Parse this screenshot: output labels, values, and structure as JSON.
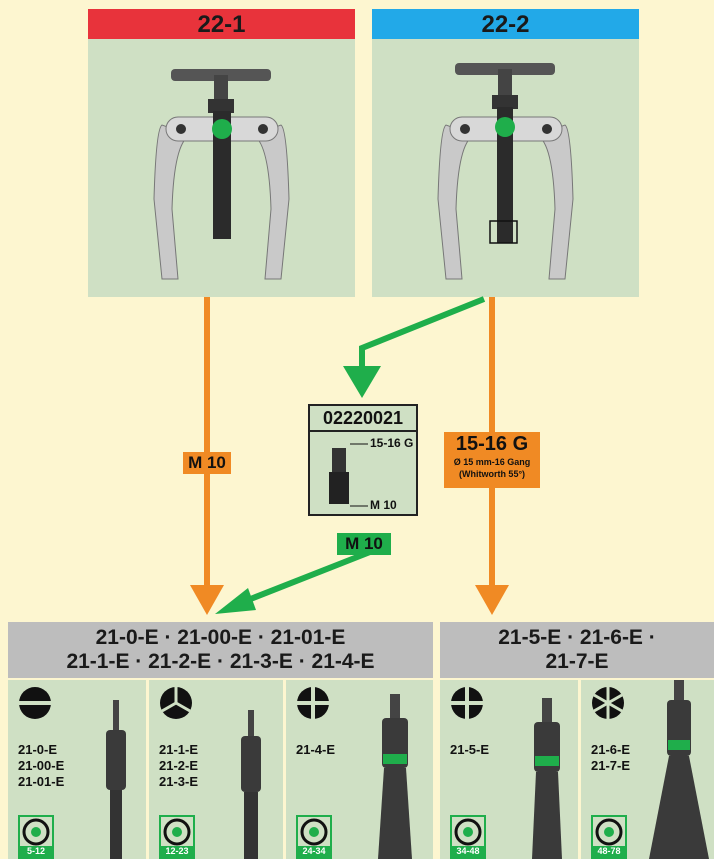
{
  "top": {
    "left": {
      "code": "22-1",
      "color": "#e8333b"
    },
    "right": {
      "code": "22-2",
      "color": "#22a9e8"
    }
  },
  "adapter": {
    "code": "02220021",
    "top_thread": "15-16 G",
    "bottom_thread": "M 10"
  },
  "labels": {
    "m10_left": "M 10",
    "m10_adapter": "M 10",
    "g_title": "15-16 G",
    "g_line1": "Ø 15 mm-16 Gang",
    "g_line2": "(Whitworth 55°)"
  },
  "groups": {
    "left": {
      "line1": "21-0-E · 21-00-E · 21-01-E",
      "line2": "21-1-E · 21-2-E · 21-3-E · 21-4-E"
    },
    "right": {
      "line1": "21-5-E · 21-6-E ·",
      "line2": "21-7-E"
    }
  },
  "cells": [
    {
      "codes": [
        "21-0-E",
        "21-00-E",
        "21-01-E"
      ],
      "range": "5-12",
      "icon": "slot-icon"
    },
    {
      "codes": [
        "21-1-E",
        "21-2-E",
        "21-3-E"
      ],
      "range": "12-23",
      "icon": "three-segment-icon"
    },
    {
      "codes": [
        "21-4-E"
      ],
      "range": "24-34",
      "icon": "cross-icon"
    },
    {
      "codes": [
        "21-5-E"
      ],
      "range": "34-48",
      "icon": "cross-icon"
    },
    {
      "codes": [
        "21-6-E",
        "21-7-E"
      ],
      "range": "48-78",
      "icon": "six-segment-icon"
    }
  ],
  "colors": {
    "orange": "#f08a24",
    "green": "#1fae4b",
    "panel": "#cfe0c4",
    "background": "#fdf6d0",
    "grey": "#bdbdbd"
  }
}
